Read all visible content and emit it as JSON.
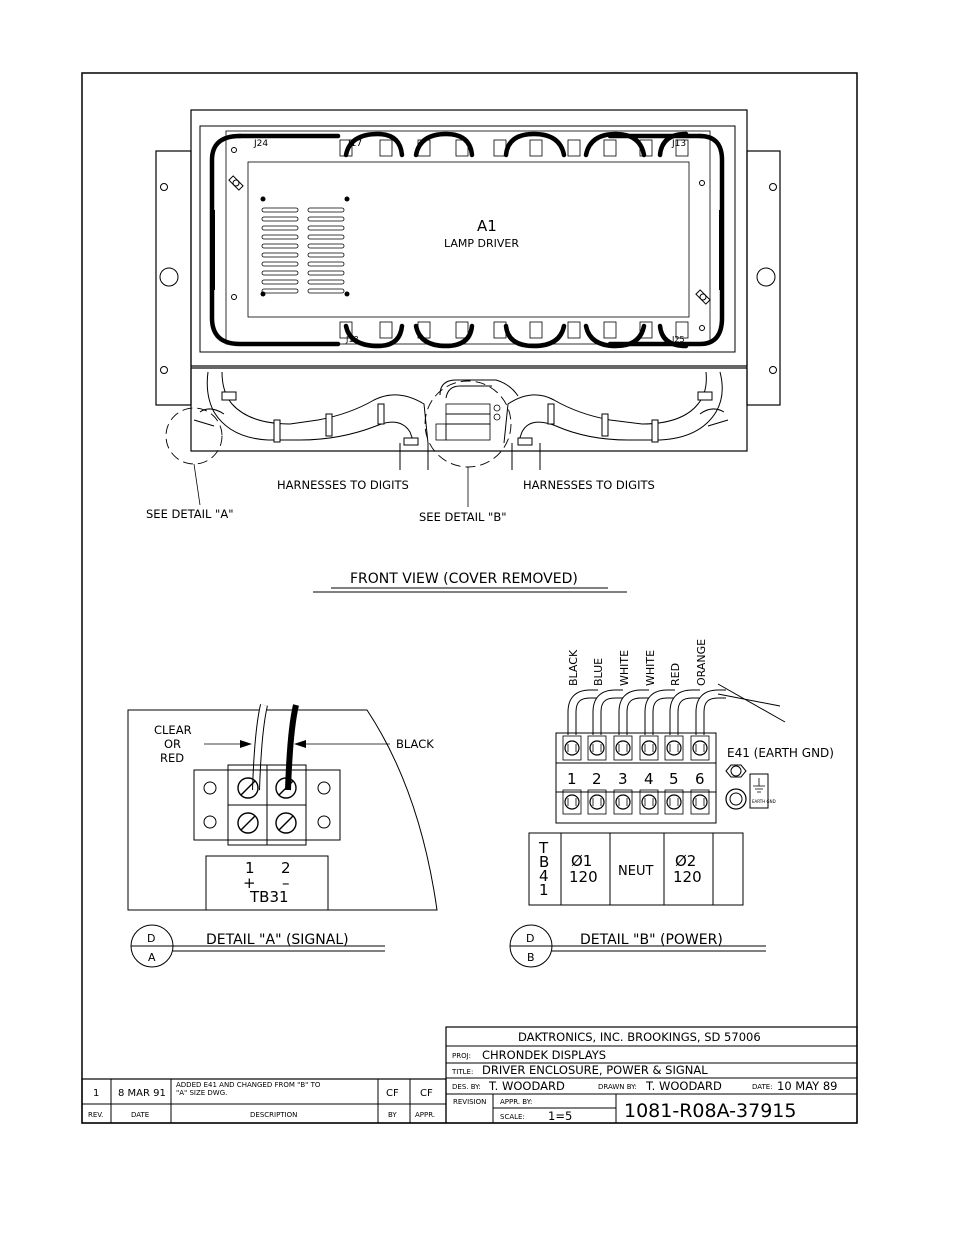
{
  "front_view": {
    "title": "FRONT VIEW (COVER REMOVED)",
    "module_id": "A1",
    "module_name": "LAMP DRIVER",
    "connectors": {
      "top_left": "J24",
      "top_mid": "J17",
      "top_right": "J13",
      "bot_left": "J18",
      "bot_right": "J25"
    },
    "harness_left": "HARNESSES TO DIGITS",
    "harness_right": "HARNESSES TO DIGITS",
    "see_detail_a": "SEE DETAIL \"A\"",
    "see_detail_b": "SEE DETAIL \"B\""
  },
  "detail_a": {
    "label_clear": "CLEAR",
    "label_or": "OR",
    "label_red": "RED",
    "label_black": "BLACK",
    "terminal_1": "1",
    "terminal_2": "2",
    "sign_plus": "+",
    "sign_minus": "–",
    "block_name": "TB31",
    "callout_top": "D",
    "callout_bottom": "A",
    "title": "DETAIL \"A\" (SIGNAL)"
  },
  "detail_b": {
    "wires": [
      "BLACK",
      "BLUE",
      "WHITE",
      "WHITE",
      "RED",
      "ORANGE"
    ],
    "terminals": [
      "1",
      "2",
      "3",
      "4",
      "5",
      "6"
    ],
    "earth_label": "E41 (EARTH GND)",
    "earth_small": "EARTH GND",
    "tb_letters": [
      "T",
      "B",
      "4",
      "1"
    ],
    "phase1_top": "Ø1",
    "phase1_bottom": "120",
    "neut": "NEUT",
    "phase2_top": "Ø2",
    "phase2_bottom": "120",
    "callout_top": "D",
    "callout_bottom": "B",
    "title": "DETAIL \"B\" (POWER)"
  },
  "title_block": {
    "company": "DAKTRONICS, INC.   BROOKINGS, SD 57006",
    "proj_label": "PROJ:",
    "proj": "CHRONDEK DISPLAYS",
    "title_label": "TITLE:",
    "title": "DRIVER ENCLOSURE, POWER & SIGNAL",
    "des_label": "DES. BY:",
    "des": "T. WOODARD",
    "drawn_label": "DRAWN BY:",
    "drawn": "T. WOODARD",
    "date_label": "DATE:",
    "date": "10 MAY 89",
    "revision_label": "REVISION",
    "appr_label": "APPR. BY:",
    "scale_label": "SCALE:",
    "scale": "1=5",
    "drawing_number": "1081-R08A-37915"
  },
  "revision_block": {
    "rev": "1",
    "date": "8 MAR 91",
    "description_line1": "ADDED E41 AND CHANGED FROM \"B\" TO",
    "description_line2": "\"A\" SIZE DWG.",
    "by": "CF",
    "appr": "CF",
    "headers": {
      "rev": "REV.",
      "date": "DATE",
      "description": "DESCRIPTION",
      "by": "BY",
      "appr": "APPR."
    }
  }
}
